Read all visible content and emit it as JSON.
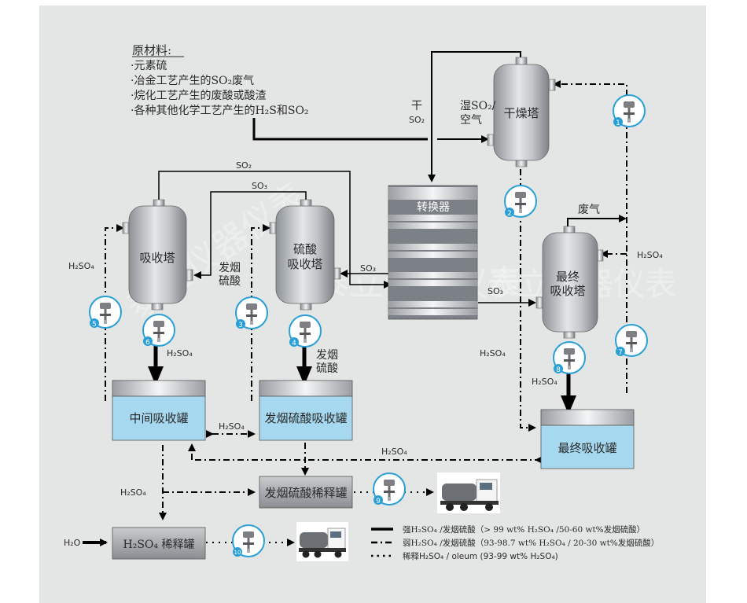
{
  "raw_materials": {
    "title": "原材料:",
    "items": [
      "·元素硫",
      "·冶金工艺产生的SO₂废气",
      "·烷化工艺产生的废酸或酸渣",
      "·各种其他化学工艺产生的H₂S和SO₂"
    ]
  },
  "equipment": {
    "drying_tower": "干燥塔",
    "converter": "转换器",
    "absorption_tower": "吸收塔",
    "oleum_tower_line1": "硫酸",
    "oleum_tower_line2": "吸收塔",
    "final_tower_line1": "最终",
    "final_tower_line2": "吸收塔",
    "intermediate_tank": "中间吸收罐",
    "oleum_tank": "发烟硫酸吸收罐",
    "final_tank": "最终吸收罐",
    "oleum_dilution_tank": "发烟硫酸稀释罐",
    "h2so4_dilution_tank": "H₂SO₄ 稀释罐"
  },
  "flow_labels": {
    "dry_so2_top": "干",
    "dry_so2_bottom": "SO₂",
    "wet_so2_top": "湿SO₂/",
    "wet_so2_bottom": "空气",
    "so2_loop": "SO₂",
    "so3_loop": "SO₃",
    "so3_to_oleum": "SO₃",
    "so3_to_final": "SO₃",
    "oleum_between_1": "发烟",
    "oleum_between_2": "硫酸",
    "oleum_out_1": "发烟",
    "oleum_out_2": "硫酸",
    "h2so4_left": "H₂SO₄",
    "h2so4_abs_out": "H₂SO₄",
    "h2so4_right_mid": "H₂SO₄",
    "h2so4_final_out": "H₂SO₄",
    "h2so4_final_in": "H₂SO₄",
    "h2so4_between_tanks": "H₂SO₄",
    "h2so4_return": "H₂SO₄",
    "h2so4_to_dilution": "H₂SO₄",
    "waste_gas": "废气",
    "water_in": "H₂O"
  },
  "instruments": [
    "1",
    "2",
    "3",
    "4",
    "5",
    "6",
    "7",
    "8",
    "9",
    "10"
  ],
  "legend": [
    {
      "style": "solid",
      "text": "强H₂SO₄ /发烟硫酸（> 99 wt% H₂SO₄ /50-60 wt%发烟硫酸）"
    },
    {
      "style": "dash-dot",
      "text": "弱H₂SO₄ /发烟硫酸（93-98.7 wt% H₂SO₄ / 20-30 wt%发烟硫酸）"
    },
    {
      "style": "dotted",
      "text": "稀释H₂SO₄ / oleum (93-99 wt% H₂SO₄)"
    }
  ],
  "watermark": "泰立仪器仪表",
  "colors": {
    "background": "#e3e6e5",
    "liquid": "#a6d8ef",
    "instrument_ring": "#2a9fd6",
    "line": "#000000"
  }
}
